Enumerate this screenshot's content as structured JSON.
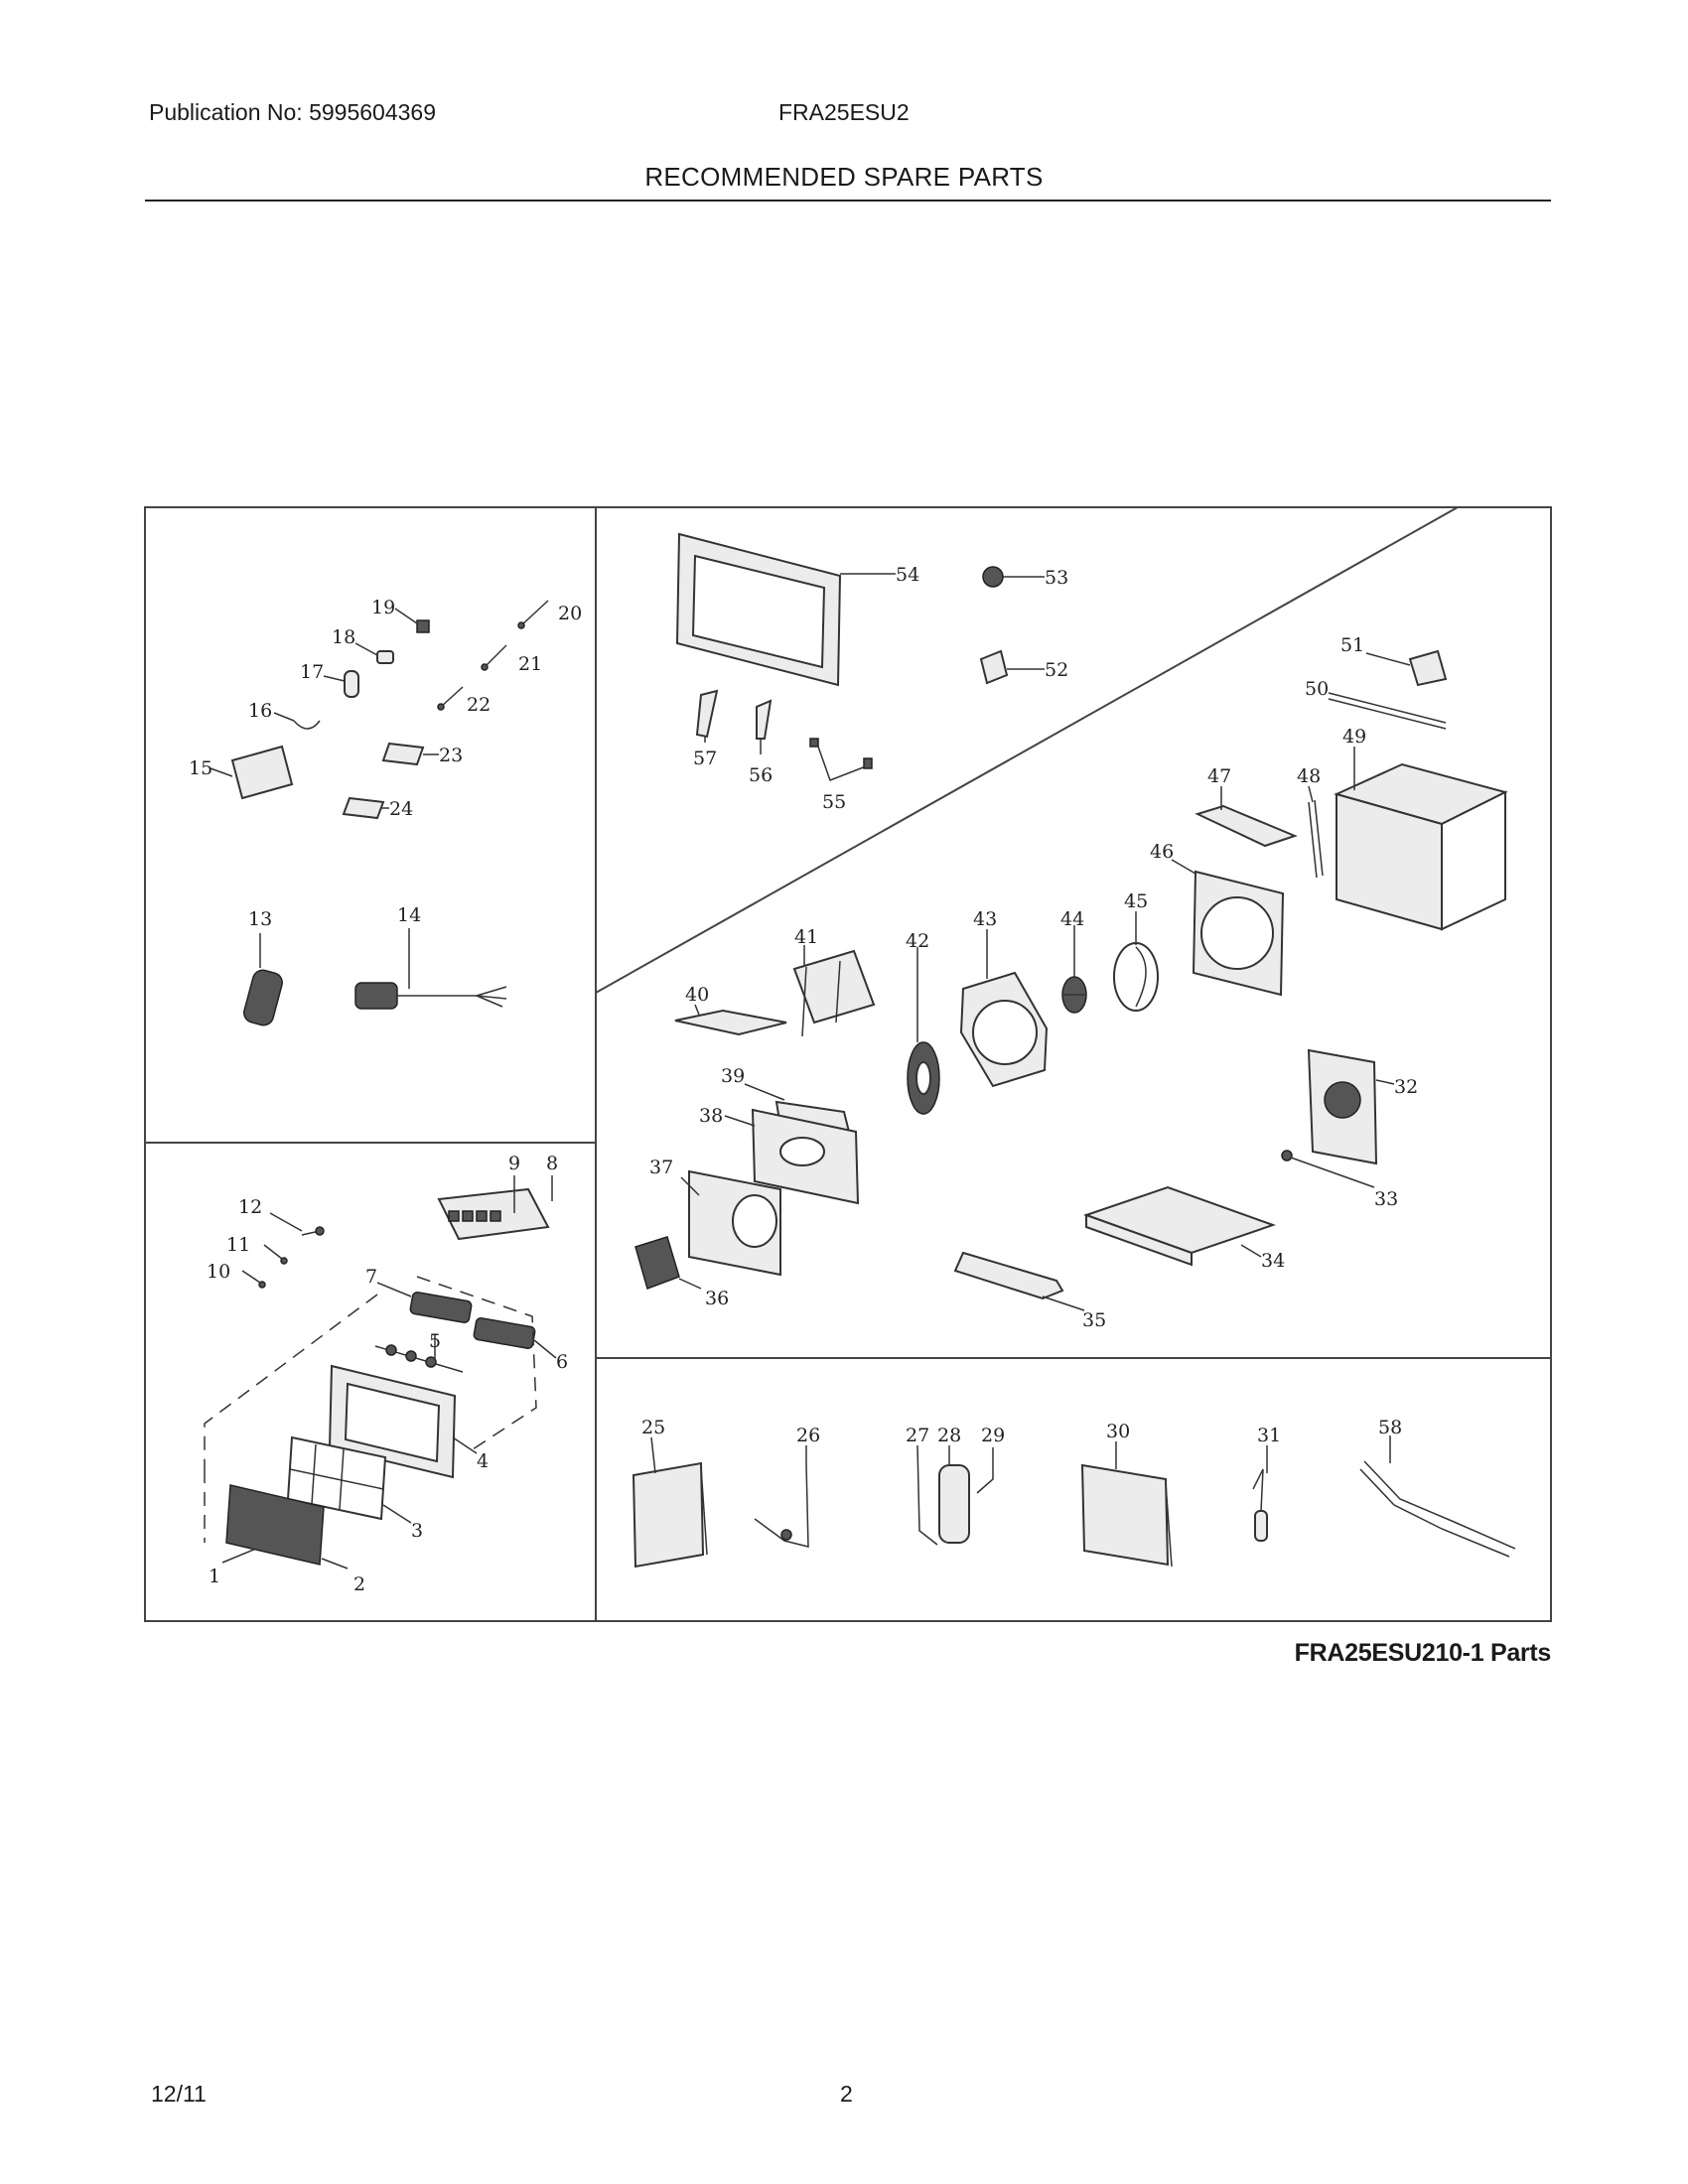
{
  "header": {
    "publication": "Publication No: 5995604369",
    "model": "FRA25ESU2",
    "section_title": "RECOMMENDED SPARE PARTS"
  },
  "diagram": {
    "caption": "FRA25ESU210-1 Parts",
    "callouts": {
      "p1": "1",
      "p2": "2",
      "p3": "3",
      "p4": "4",
      "p5": "5",
      "p6": "6",
      "p7": "7",
      "p8": "8",
      "p9": "9",
      "p10": "10",
      "p11": "11",
      "p12": "12",
      "p13": "13",
      "p14": "14",
      "p15": "15",
      "p16": "16",
      "p17": "17",
      "p18": "18",
      "p19": "19",
      "p20": "20",
      "p21": "21",
      "p22": "22",
      "p23": "23",
      "p24": "24",
      "p25": "25",
      "p26": "26",
      "p27": "27",
      "p28": "28",
      "p29": "29",
      "p30": "30",
      "p31": "31",
      "p32": "32",
      "p33": "33",
      "p34": "34",
      "p35": "35",
      "p36": "36",
      "p37": "37",
      "p38": "38",
      "p39": "39",
      "p40": "40",
      "p41": "41",
      "p42": "42",
      "p43": "43",
      "p44": "44",
      "p45": "45",
      "p46": "46",
      "p47": "47",
      "p48": "48",
      "p49": "49",
      "p50": "50",
      "p51": "51",
      "p52": "52",
      "p53": "53",
      "p54": "54",
      "p55": "55",
      "p56": "56",
      "p57": "57",
      "p58": "58"
    }
  },
  "footer": {
    "date": "12/11",
    "page_number": "2"
  }
}
